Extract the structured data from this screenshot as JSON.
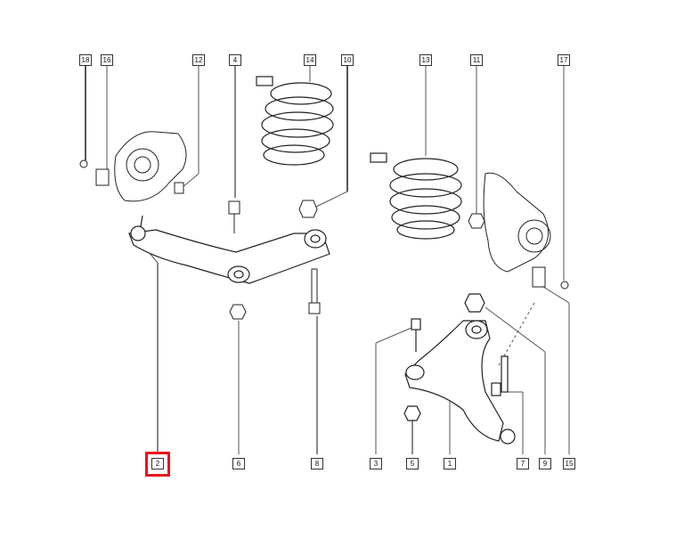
{
  "diagram": {
    "title": "Front suspension exploded view",
    "highlight_color": "#e8141c",
    "highlighted_part": "2",
    "callouts_top": [
      "18",
      "16",
      "12",
      "4",
      "14",
      "10",
      "13",
      "11",
      "17"
    ],
    "callouts_bottom": [
      "2",
      "6",
      "8",
      "3",
      "5",
      "1",
      "7",
      "9",
      "15"
    ]
  }
}
